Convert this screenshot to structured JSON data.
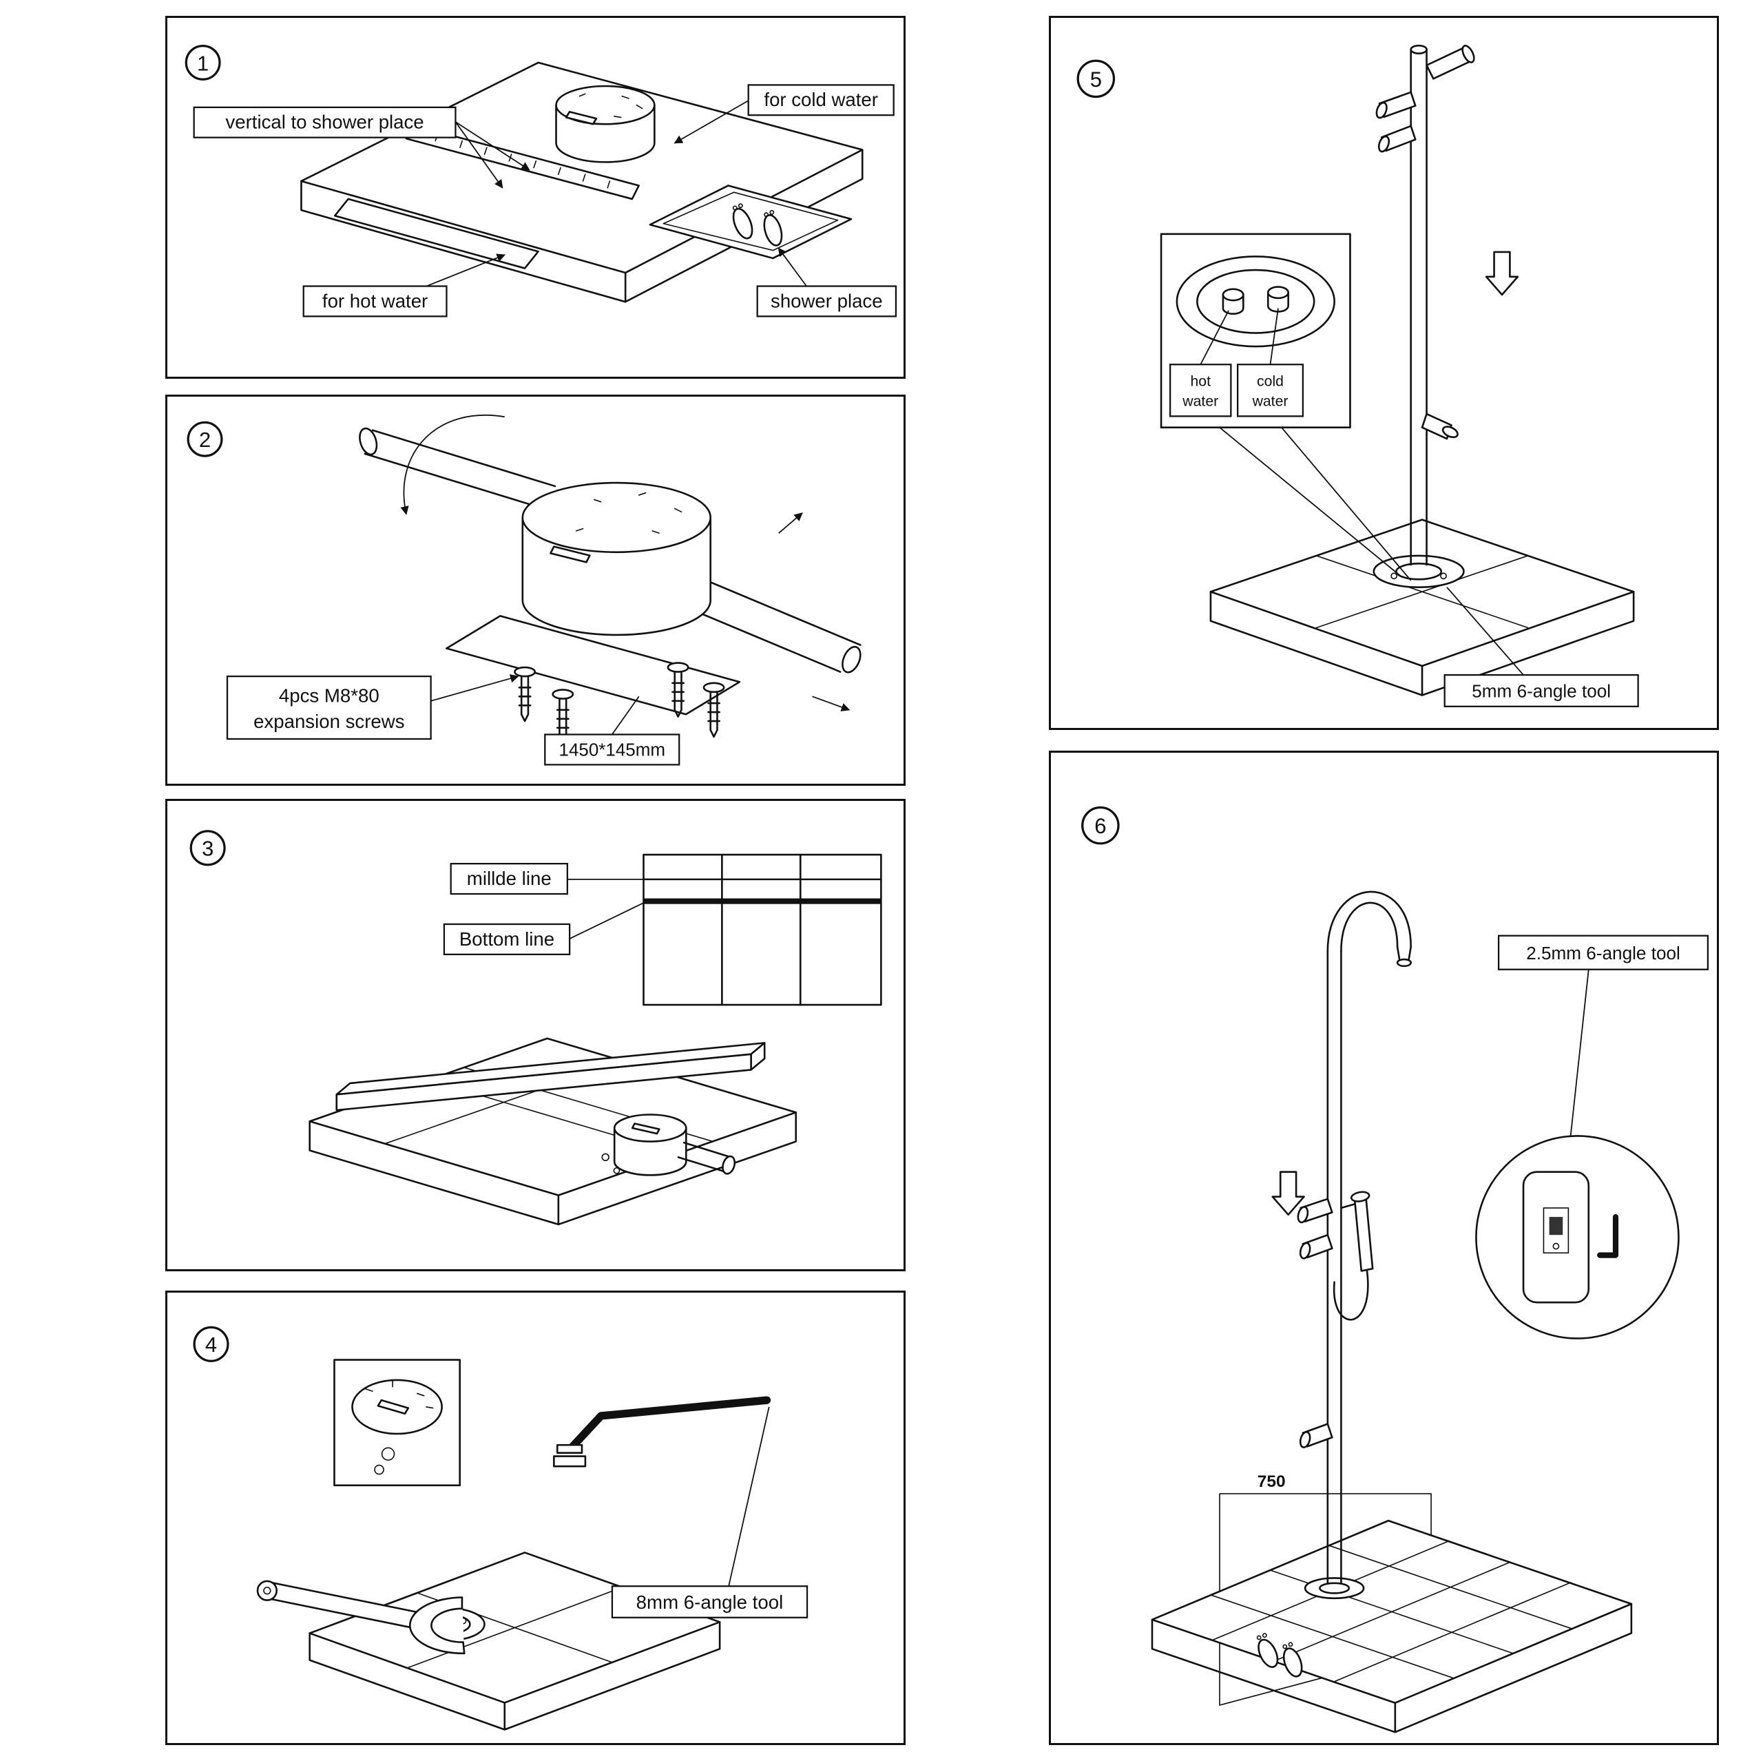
{
  "panels": {
    "p1": {
      "number": "1",
      "labels": {
        "vertical": "vertical to shower place",
        "cold": "for cold water",
        "hot": "for hot water",
        "shower_place": "shower place"
      }
    },
    "p2": {
      "number": "2",
      "labels": {
        "screws1": "4pcs M8*80",
        "screws2": "expansion screws",
        "dim": "1450*145mm"
      }
    },
    "p3": {
      "number": "3",
      "labels": {
        "middle_line": "millde line",
        "bottom_line": "Bottom line"
      }
    },
    "p4": {
      "number": "4",
      "labels": {
        "tool": "8mm 6-angle tool"
      }
    },
    "p5": {
      "number": "5",
      "labels": {
        "hot1": "hot",
        "hot2": "water",
        "cold1": "cold",
        "cold2": "water",
        "tool": "5mm 6-angle tool"
      }
    },
    "p6": {
      "number": "6",
      "labels": {
        "tool": "2.5mm 6-angle tool",
        "dim": "750"
      }
    }
  }
}
